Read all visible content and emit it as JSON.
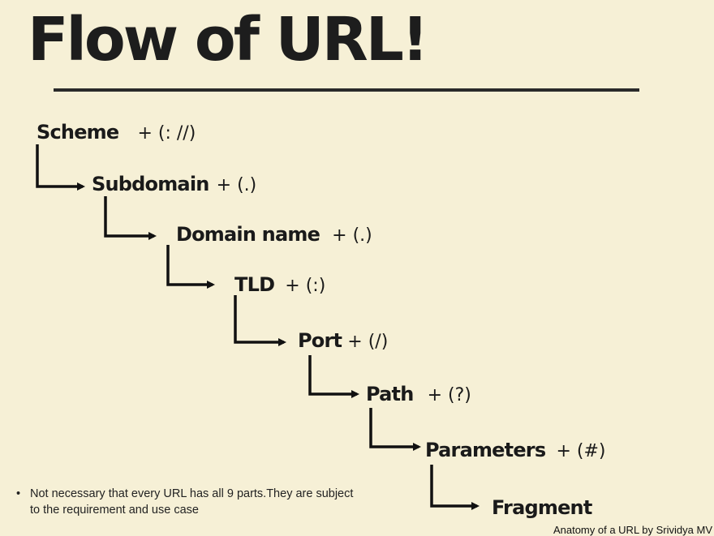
{
  "title": "Flow of URL!",
  "steps": [
    {
      "name": "Scheme",
      "sep": "+ (: //)"
    },
    {
      "name": "Subdomain",
      "sep": "+ (.)"
    },
    {
      "name": "Domain name",
      "sep": "+ (.)"
    },
    {
      "name": "TLD",
      "sep": "+ (:)"
    },
    {
      "name": "Port",
      "sep": "+ (/)"
    },
    {
      "name": "Path",
      "sep": "+ (?)"
    },
    {
      "name": "Parameters",
      "sep": "+ (#)"
    },
    {
      "name": "Fragment",
      "sep": ""
    }
  ],
  "note": "Not necessary that every URL has all 9 parts.They are subject to the requirement and  use case",
  "credit": "Anatomy of a URL by Srividya MV"
}
